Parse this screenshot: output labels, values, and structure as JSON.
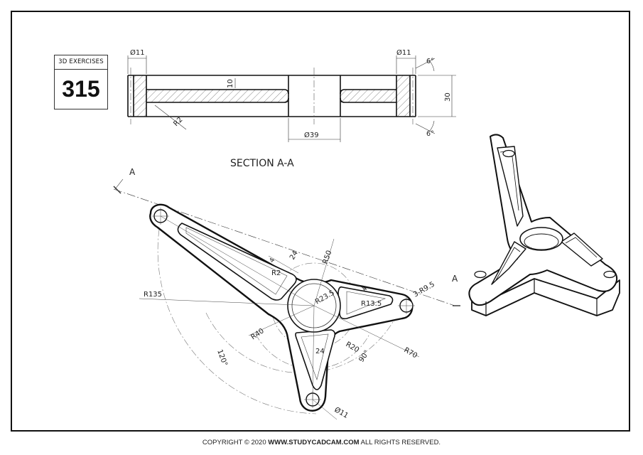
{
  "badge": {
    "label": "3D EXERCISES",
    "number": "315"
  },
  "section_title": "SECTION A-A",
  "section_labels": {
    "a_top": "A",
    "a_right": "A"
  },
  "section_dims": {
    "hole_left": "Ø11",
    "hole_right": "Ø11",
    "web": "10",
    "radius": "R2",
    "bore": "Ø39",
    "height": "30",
    "draft_top": "6°",
    "draft_bottom": "6°"
  },
  "plan_dims": {
    "r135": "R135",
    "d24_upper": "24",
    "r2": "R2",
    "r50": "R50",
    "d4_upper": "4",
    "r23_5": "R23.5",
    "d4_right": "4",
    "r13_5": "R13.5",
    "r9_5": "3-R9.5",
    "r40": "R40",
    "d24_lower": "24",
    "r20": "R20",
    "r70": "R70",
    "a90": "90°",
    "a120": "120°",
    "hole": "Ø11"
  },
  "footer": {
    "prefix": "COPYRIGHT © 2020 ",
    "site": "WWW.STUDYCADCAM.COM",
    "suffix": " ALL RIGHTS RESERVED."
  }
}
